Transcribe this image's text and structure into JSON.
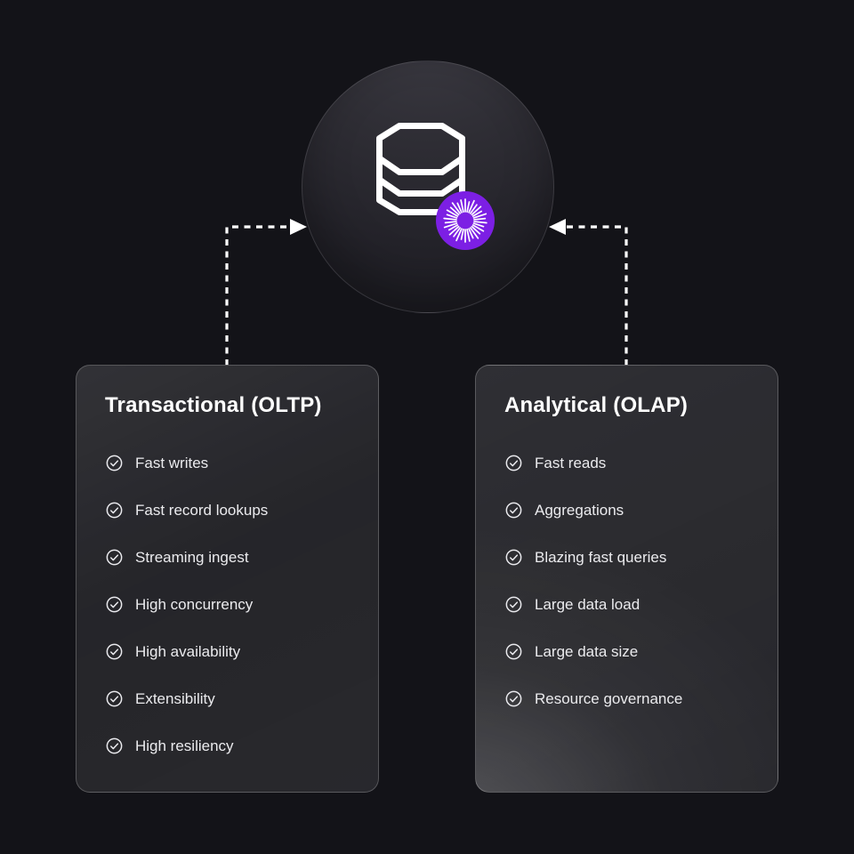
{
  "canvas": {
    "background": "#131318"
  },
  "colors": {
    "accent_purple": "#7C1FE4",
    "connector_white": "#FFFFFF",
    "card_text": "#EBEBEE"
  },
  "hero": {
    "main_icon": "database-icon",
    "badge_icon": "starburst-icon"
  },
  "connectors": [
    {
      "from": "oltp-card",
      "to": "hero-circle",
      "style": "dashed-arrow"
    },
    {
      "from": "olap-card",
      "to": "hero-circle",
      "style": "dashed-arrow"
    }
  ],
  "cards": [
    {
      "title": "Transactional (OLTP)",
      "items": [
        "Fast writes",
        "Fast record lookups",
        "Streaming ingest",
        "High concurrency",
        "High availability",
        "Extensibility",
        "High resiliency"
      ]
    },
    {
      "title": "Analytical (OLAP)",
      "items": [
        "Fast reads",
        "Aggregations",
        "Blazing fast queries",
        "Large data load",
        "Large data size",
        "Resource governance"
      ]
    }
  ]
}
